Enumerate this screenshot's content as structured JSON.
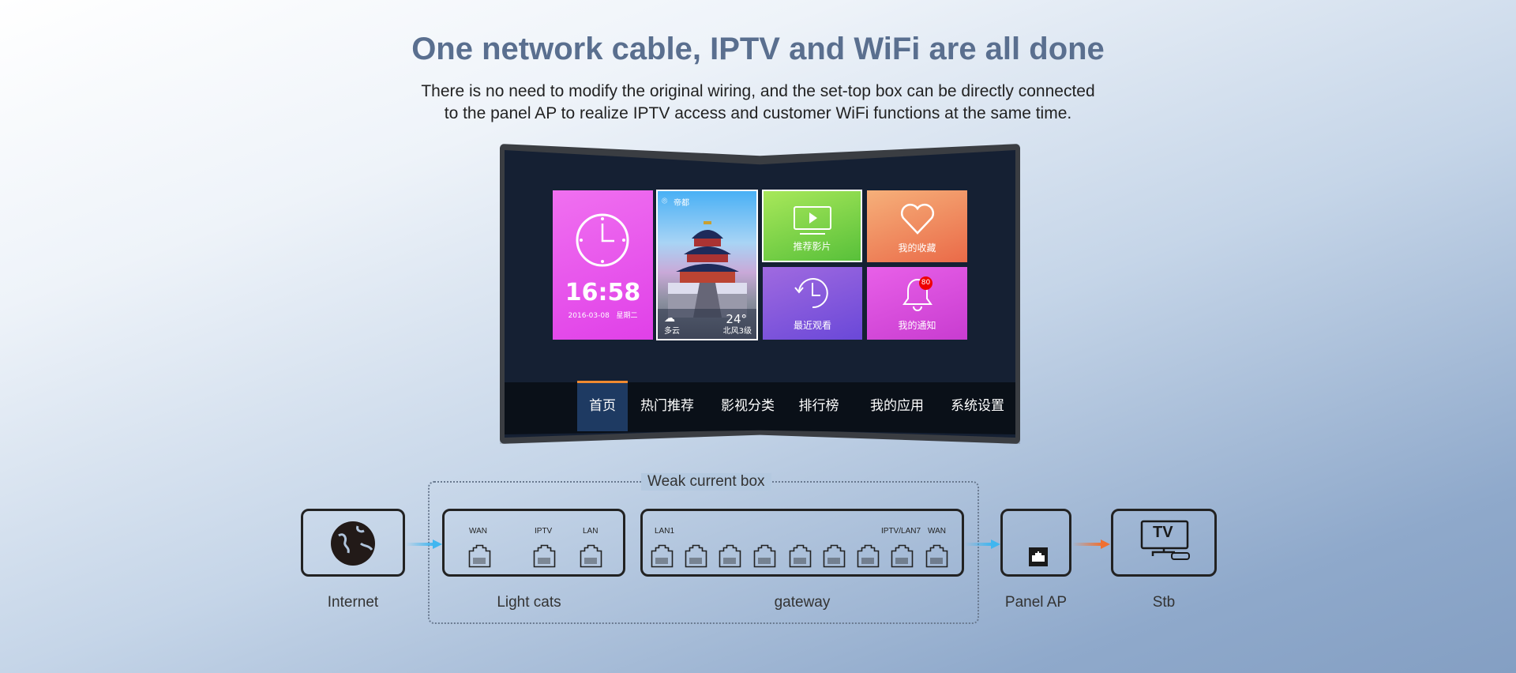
{
  "header": {
    "title": "One network cable, IPTV and WiFi are all done",
    "subtitle_line1": "There is no need to modify the original wiring, and the set-top box can be directly connected",
    "subtitle_line2": "to the panel AP to realize IPTV access and customer WiFi functions at the same time."
  },
  "tv_screen": {
    "clock_tile": {
      "time": "16:58",
      "date": "2016-03-08",
      "weekday": "星期二"
    },
    "weather_tile": {
      "city": "帝都",
      "condition": "多云",
      "temperature": "24°",
      "wind": "北风3级"
    },
    "tiles": [
      {
        "label": "推荐影片",
        "icon": "play-screen-icon",
        "color": "#6dcc3c"
      },
      {
        "label": "我的收藏",
        "icon": "heart-icon",
        "color": "#ee8258"
      },
      {
        "label": "最近观看",
        "icon": "history-icon",
        "color": "#7a4fd8"
      },
      {
        "label": "我的通知",
        "icon": "bell-icon",
        "color": "#d444d8",
        "badge": "80"
      }
    ],
    "nav_tabs": [
      "首页",
      "热门推荐",
      "影视分类",
      "排行榜",
      "我的应用",
      "系统设置"
    ],
    "active_tab": "首页"
  },
  "diagram": {
    "group_label": "Weak current box",
    "internet": {
      "label": "Internet"
    },
    "light_cats": {
      "label": "Light cats",
      "ports": [
        "WAN",
        "IPTV",
        "LAN"
      ]
    },
    "gateway": {
      "label": "gateway",
      "port_labels": [
        "LAN1",
        "IPTV/LAN7",
        "WAN"
      ],
      "port_count": 9
    },
    "panel_ap": {
      "label": "Panel AP"
    },
    "stb": {
      "label": "Stb",
      "icon_text": "TV"
    },
    "colors": {
      "link_blue": "#3fb6f0",
      "link_orange": "#f07030"
    }
  }
}
